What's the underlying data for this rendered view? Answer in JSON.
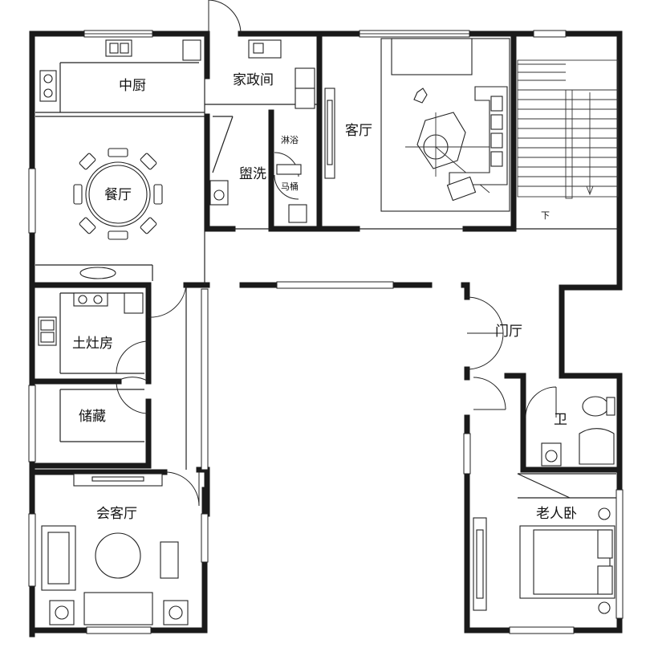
{
  "rooms": {
    "kitchen": "中厨",
    "housekeeping": "家政间",
    "living_room": "客厅",
    "dining": "餐厅",
    "washroom": "盥洗",
    "shower": "淋浴",
    "toilet": "马桶",
    "stove_room": "土灶房",
    "storage": "储藏",
    "foyer": "门厅",
    "bathroom": "卫",
    "reception": "会客厅",
    "elder_bedroom": "老人卧"
  },
  "stair_marker": "下"
}
